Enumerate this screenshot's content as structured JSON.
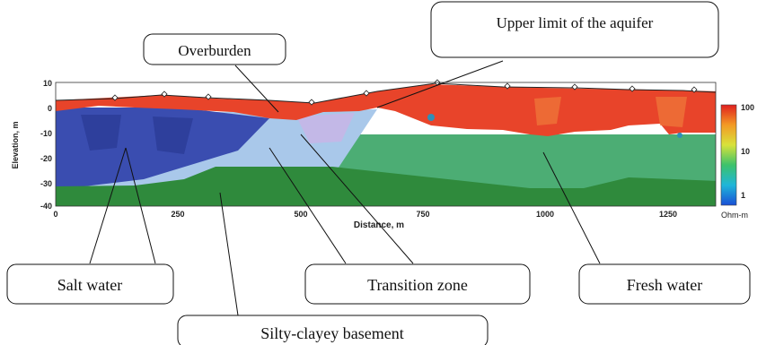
{
  "axes": {
    "y_label": "Elevation, m",
    "x_label": "Distance, m",
    "y_ticks": [
      "10",
      "0",
      "-10",
      "-20",
      "-30",
      "-40"
    ],
    "x_ticks": [
      "0",
      "250",
      "500",
      "750",
      "1000",
      "1250"
    ]
  },
  "colorbar": {
    "ticks": [
      "100",
      "10",
      "1"
    ],
    "unit": "Ohm-m"
  },
  "callouts": {
    "overburden": "Overburden",
    "aquifer_limit": "Upper limit of the aquifer",
    "salt_water": "Salt water",
    "transition_zone": "Transition zone",
    "fresh_water": "Fresh water",
    "basement": "Silty-clayey basement"
  },
  "colors": {
    "overburden": "#e8442a",
    "salt_water": "#3a4db0",
    "transition": "#a9c8ea",
    "fresh_water": "#4cad74",
    "basement": "#2f8a3c"
  }
}
